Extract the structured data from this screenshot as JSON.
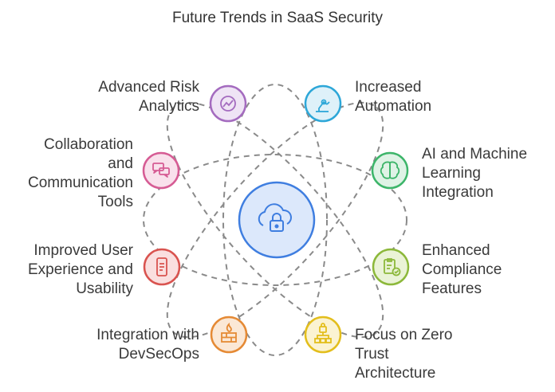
{
  "title": "Future Trends in SaaS Security",
  "center": {
    "icon": "cloud-lock-icon",
    "fill": "#dce8fb",
    "stroke": "#3f7ee0"
  },
  "nodes": [
    {
      "id": "advanced-risk-analytics",
      "label": "Advanced Risk\nAnalytics",
      "icon": "chart-icon",
      "fill": "#efe4f5",
      "stroke": "#a46bbf"
    },
    {
      "id": "increased-automation",
      "label": "Increased\nAutomation",
      "icon": "robot-arm-icon",
      "fill": "#def1f9",
      "stroke": "#2da7d8"
    },
    {
      "id": "collaboration-tools",
      "label": "Collaboration\nand\nCommunication\nTools",
      "icon": "chat-bubbles-icon",
      "fill": "#f9e1ec",
      "stroke": "#d65c94"
    },
    {
      "id": "ai-ml-integration",
      "label": "AI and Machine\nLearning\nIntegration",
      "icon": "brain-icon",
      "fill": "#dff3e6",
      "stroke": "#3db56a"
    },
    {
      "id": "improved-user-experience",
      "label": "Improved User\nExperience and\nUsability",
      "icon": "mobile-icon",
      "fill": "#fadfdf",
      "stroke": "#d9534f"
    },
    {
      "id": "enhanced-compliance",
      "label": "Enhanced\nCompliance\nFeatures",
      "icon": "clipboard-check-icon",
      "fill": "#eaf3d6",
      "stroke": "#8cb83a"
    },
    {
      "id": "integration-devsecops",
      "label": "Integration with\nDevSecOps",
      "icon": "firewall-icon",
      "fill": "#fbe8d6",
      "stroke": "#e58a35"
    },
    {
      "id": "focus-zero-trust",
      "label": "Focus on Zero\nTrust\nArchitecture",
      "icon": "network-lock-icon",
      "fill": "#fbf3d2",
      "stroke": "#e3be1c"
    }
  ]
}
